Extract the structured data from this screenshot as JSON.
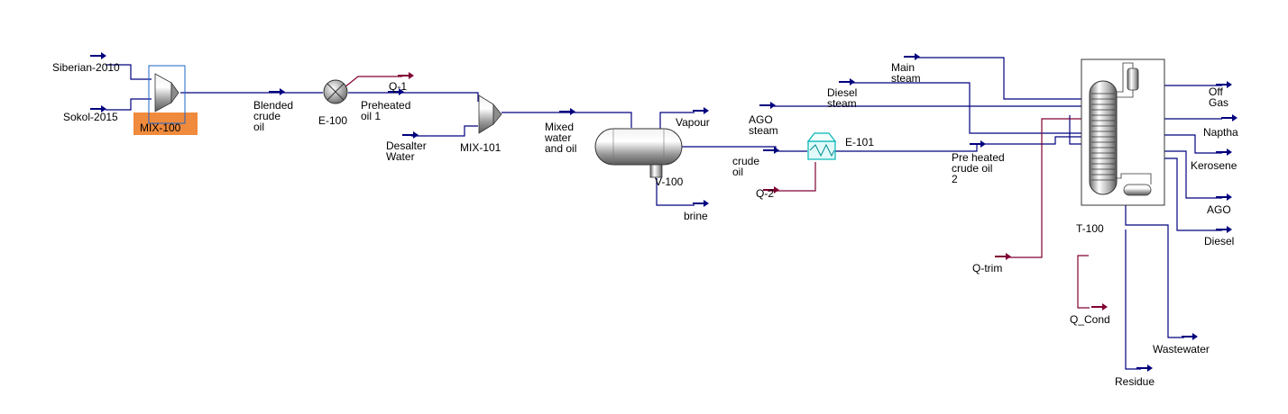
{
  "colors": {
    "material_stream": "#00007f",
    "energy_stream": "#800033",
    "selection_highlight": "#f08a3c",
    "unit_frame": "#1e64c8",
    "e101_accent": "#00b4b4"
  },
  "streams": {
    "siberian": "Siberian-2010",
    "sokol": "Sokol-2015",
    "blended": [
      "Blended",
      "crude",
      "oil"
    ],
    "preheated1": [
      "Preheated",
      "oil 1"
    ],
    "desalter": [
      "Desalter",
      "Water"
    ],
    "mixed": [
      "Mixed",
      "water",
      "and oil"
    ],
    "vapour": "Vapour",
    "brine": "brine",
    "crude": [
      "crude",
      "oil"
    ],
    "ago_steam": [
      "AGO",
      "steam"
    ],
    "diesel_steam": [
      "Diesel",
      "steam"
    ],
    "main_steam": [
      "Main",
      "steam"
    ],
    "preheated2": [
      "Pre heated",
      "crude oil",
      "2"
    ],
    "off_gas": [
      "Off",
      "Gas"
    ],
    "naptha": "Naptha",
    "kerosene": "Kerosene",
    "ago": "AGO",
    "diesel": "Diesel",
    "wastewater": "Wastewater",
    "residue": "Residue"
  },
  "energy": {
    "q1": "Q-1",
    "q2": "Q-2",
    "qtrim": "Q-trim",
    "qcond": "Q_Cond"
  },
  "units": {
    "mix100": "MIX-100",
    "e100": "E-100",
    "mix101": "MIX-101",
    "v100": "V-100",
    "e101": "E-101",
    "t100": "T-100"
  }
}
